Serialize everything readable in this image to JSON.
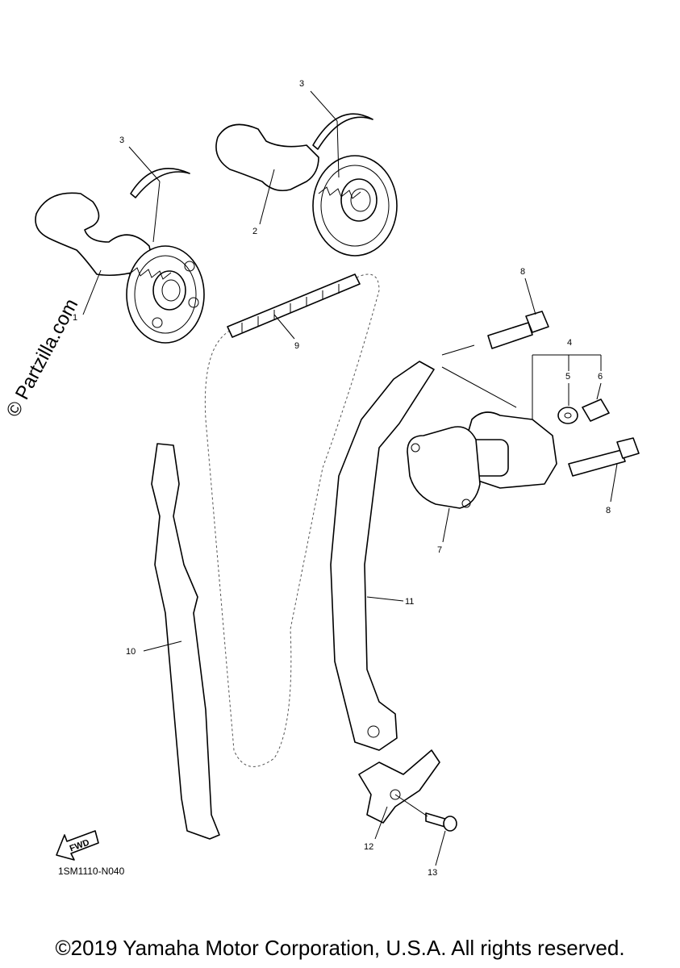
{
  "watermark": "© Partzilla.com",
  "diagram_code": "1SM1110-N040",
  "fwd_label": "FWD",
  "copyright": "©2019 Yamaha Motor Corporation, U.S.A. All rights reserved.",
  "callouts": {
    "c1": "1",
    "c2": "2",
    "c3a": "3",
    "c3b": "3",
    "c4": "4",
    "c5": "5",
    "c6": "6",
    "c7": "7",
    "c8a": "8",
    "c8b": "8",
    "c9": "9",
    "c10": "10",
    "c11": "11",
    "c12": "12",
    "c13": "13"
  }
}
